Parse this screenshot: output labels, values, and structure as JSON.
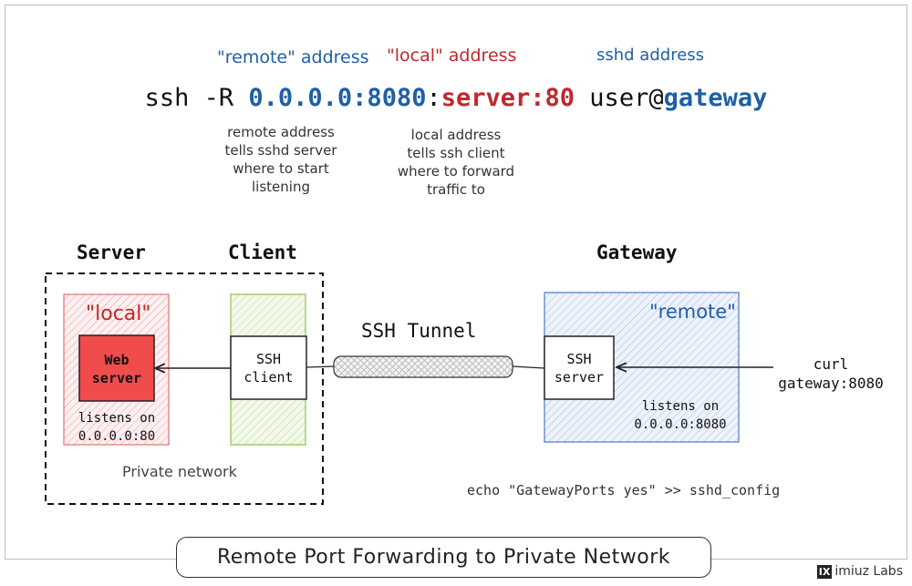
{
  "header": {
    "remote_address_label": "\"remote\" address",
    "local_address_label": "\"local\" address",
    "sshd_address_label": "sshd address"
  },
  "command": {
    "prefix": "ssh -R ",
    "remote_addr": "0.0.0.0:8080",
    "sep": ":",
    "local_addr": "server:80",
    "user": " user@",
    "gateway": "gateway"
  },
  "notes": {
    "remote": [
      "remote address",
      "tells sshd server",
      "where to start",
      "listening"
    ],
    "local": [
      "local address",
      "tells ssh client",
      "where to forward",
      "traffic to"
    ]
  },
  "columns": {
    "server": "Server",
    "client": "Client",
    "gateway": "Gateway"
  },
  "left": {
    "local_tag": "\"local\"",
    "web_server": [
      "Web",
      "server"
    ],
    "listens": [
      "listens on",
      "0.0.0.0:80"
    ],
    "ssh_client": [
      "SSH",
      "client"
    ],
    "private_network": "Private network"
  },
  "tunnel": {
    "label": "SSH Tunnel"
  },
  "right": {
    "remote_tag": "\"remote\"",
    "ssh_server": [
      "SSH",
      "server"
    ],
    "listens": [
      "listens on",
      "0.0.0.0:8080"
    ],
    "curl": [
      "curl",
      "gateway:8080"
    ],
    "echo": "echo \"GatewayPorts yes\" >> sshd_config"
  },
  "footer": {
    "title": "Remote Port Forwarding to Private Network",
    "brand_mark": "IX",
    "brand_text": "imiuz Labs"
  },
  "colors": {
    "blue": "#1f5fa6",
    "red": "#c0282d",
    "web_server_fill": "#f14c4c",
    "local_fill": "#fbe3e3",
    "client_fill": "#e6f2d4",
    "remote_fill": "#dfe8f6"
  }
}
